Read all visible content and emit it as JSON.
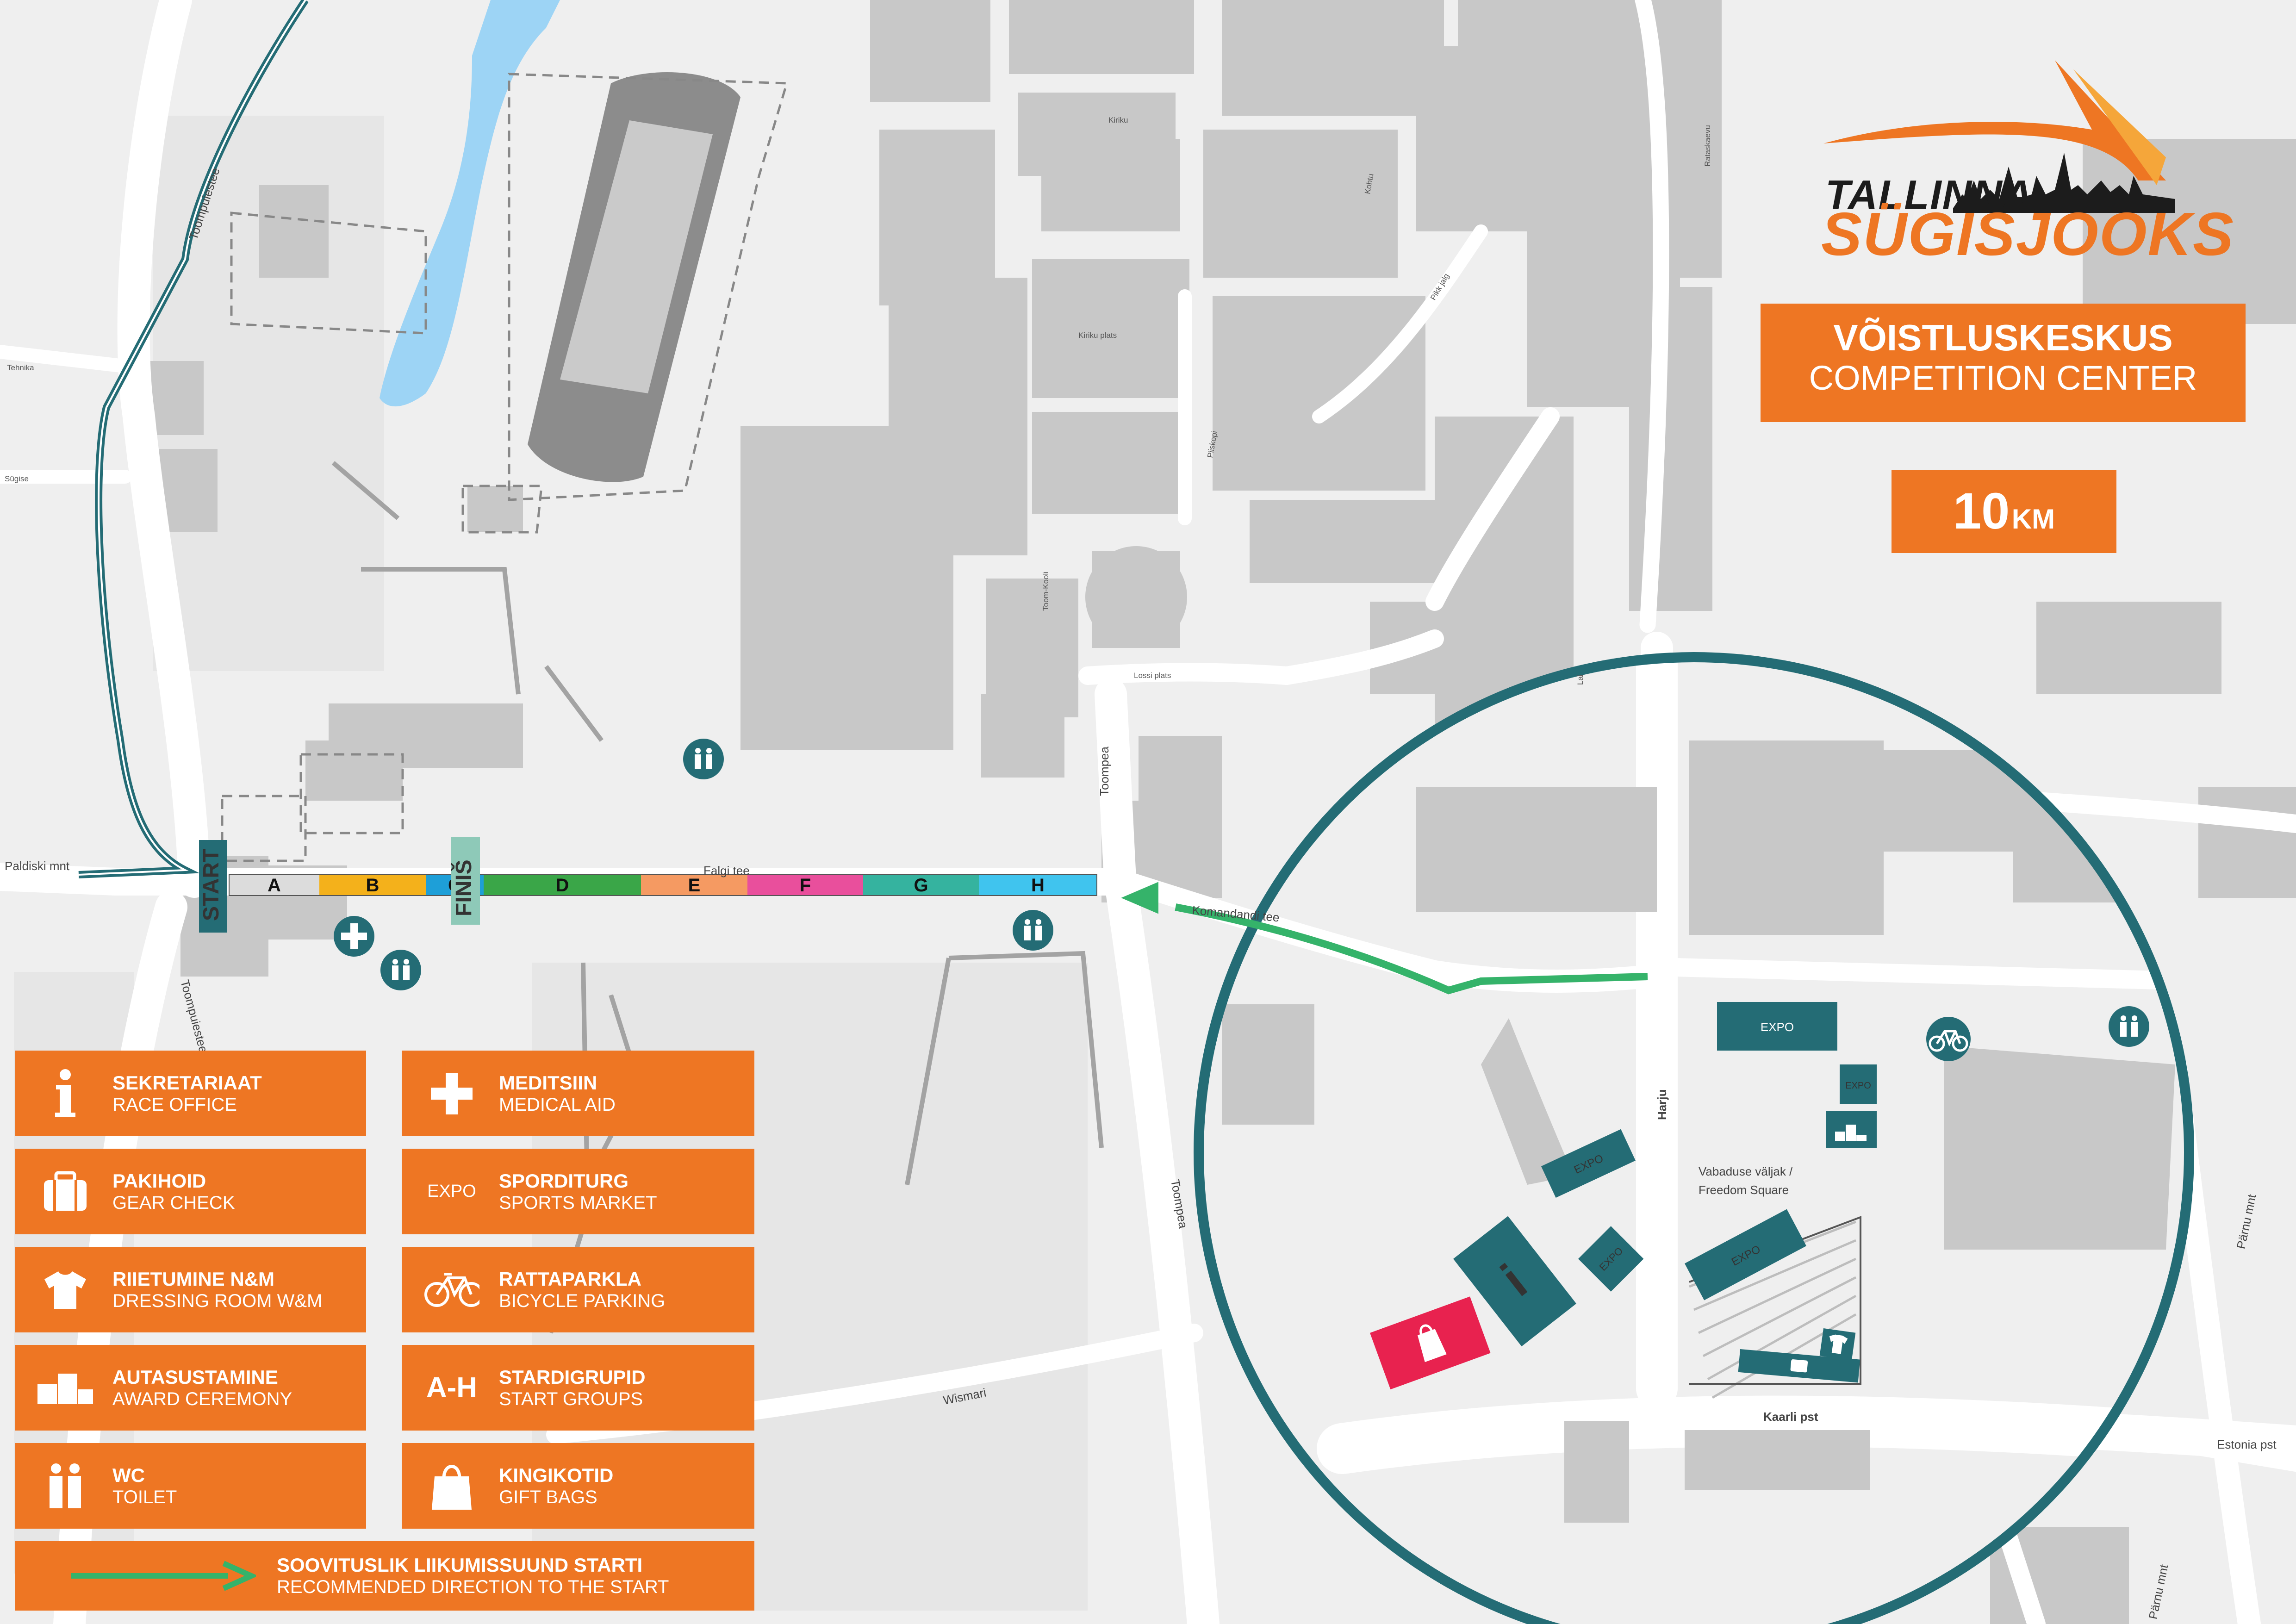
{
  "logo": {
    "line1": "TALLINNA",
    "line2": "SÜGISJOOKS"
  },
  "header": {
    "title_et": "VÕISTLUSKESKUS",
    "title_en": "COMPETITION CENTER"
  },
  "distance": {
    "value": "10",
    "unit": "KM"
  },
  "colors": {
    "orange": "#ee7623",
    "teal": "#246c75",
    "green": "#35b36a",
    "road": "#ffffff",
    "building": "#c8c8c8",
    "gift": "#e8224f",
    "water": "#9dd4f5"
  },
  "course": {
    "start_label": "START",
    "finish_label": "FINIŠ",
    "groups": [
      {
        "label": "A",
        "color": "#dcdcdc"
      },
      {
        "label": "B",
        "color": "#f4b11b"
      },
      {
        "label": "C",
        "color": "#1e9fd8"
      },
      {
        "label": "D",
        "color": "#3aa648"
      },
      {
        "label": "E",
        "color": "#f59a62"
      },
      {
        "label": "F",
        "color": "#e94f9c"
      },
      {
        "label": "G",
        "color": "#35b39f"
      },
      {
        "label": "H",
        "color": "#40c4ee"
      }
    ]
  },
  "streets": {
    "toompuiestee": "Toompuiestee",
    "tehnika": "Tehnika",
    "sugise": "Sügise",
    "paldiski": "Paldiski mnt",
    "toompuiestee2": "Toompuiestee",
    "falgi": "Falgi tee",
    "komandandi": "Komandandi tee",
    "toompea1": "Toompea",
    "toompea2": "Toompea",
    "toom_kooli": "Toom-Kooli",
    "lossi": "Lossi plats",
    "kiriku": "Kiriku",
    "kiriku_plats": "Kiriku plats",
    "kohtu": "Kohtu",
    "piiskopi": "Piiskopi",
    "pikk_jalg": "Pikk jalg",
    "rataskaevu": "Rataskaevu",
    "lai": "Lai",
    "wismari": "Wismari",
    "harju": "Harju",
    "kaarli": "Kaarli pst",
    "estonia": "Estonia pst",
    "parnu1": "Pärnu mnt",
    "parnu2": "Pärnu mnt",
    "freedom_square": "Vabaduse väljak /",
    "freedom_square2": "Freedom Square",
    "expo": "EXPO"
  },
  "legend": [
    {
      "et": "SEKRETARIAAT",
      "en": "RACE OFFICE",
      "icon": "info-icon"
    },
    {
      "et": "MEDITSIIN",
      "en": "MEDICAL AID",
      "icon": "medical-cross-icon"
    },
    {
      "et": "PAKIHOID",
      "en": "GEAR CHECK",
      "icon": "suitcase-icon"
    },
    {
      "et": "SPORDITURG",
      "en": "SPORTS MARKET",
      "icon": "expo-icon",
      "icon_text": "EXPO"
    },
    {
      "et": "RIIETUMINE N&M",
      "en": "DRESSING ROOM W&M",
      "icon": "tshirt-icon"
    },
    {
      "et": "RATTAPARKLA",
      "en": "BICYCLE PARKING",
      "icon": "bicycle-icon"
    },
    {
      "et": "AUTASUSTAMINE",
      "en": "AWARD CEREMONY",
      "icon": "podium-icon"
    },
    {
      "et": "STARDIGRUPID",
      "en": "START GROUPS",
      "icon": "start-groups-icon",
      "icon_text": "A-H"
    },
    {
      "et": "WC",
      "en": "TOILET",
      "icon": "toilet-icon"
    },
    {
      "et": "KINGIKOTID",
      "en": "GIFT BAGS",
      "icon": "gift-bag-icon"
    },
    {
      "et": "SOOVITUSLIK LIIKUMISSUUND STARTI",
      "en": "RECOMMENDED DIRECTION TO THE START",
      "icon": "green-arrow-icon"
    }
  ]
}
